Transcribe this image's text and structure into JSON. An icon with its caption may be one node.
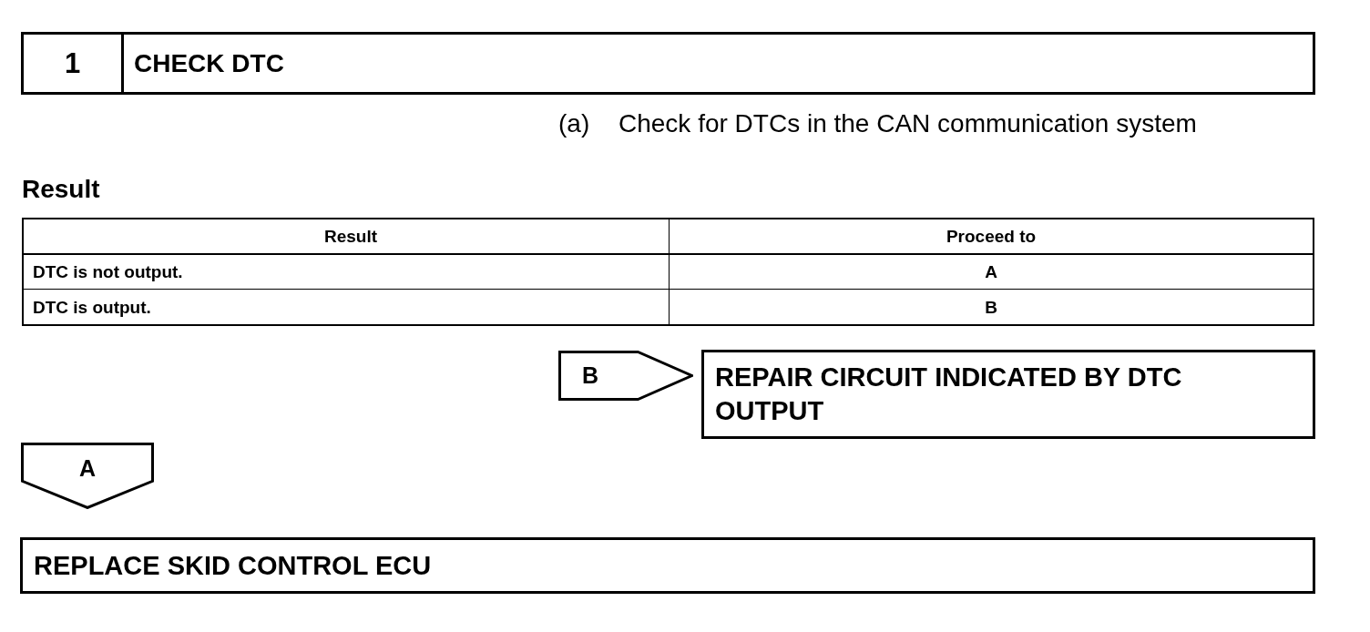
{
  "diagram": {
    "nodes": [
      {
        "text": [
          "1",
          "CHECK DTC"
        ]
      },
      {
        "text": [
          "B"
        ]
      },
      {
        "text": [
          "REPAIR CIRCUIT INDICATED BY DTC OUTPUT"
        ]
      },
      {
        "text": [
          "A"
        ]
      },
      {
        "text": [
          "REPLACE SKID CONTROL ECU"
        ]
      }
    ],
    "labels": [
      "(a)",
      "Check for DTCs in the CAN communication system",
      "Result",
      "Result",
      "Proceed to",
      "DTC is not output.",
      "A",
      "DTC is output.",
      "B"
    ]
  }
}
